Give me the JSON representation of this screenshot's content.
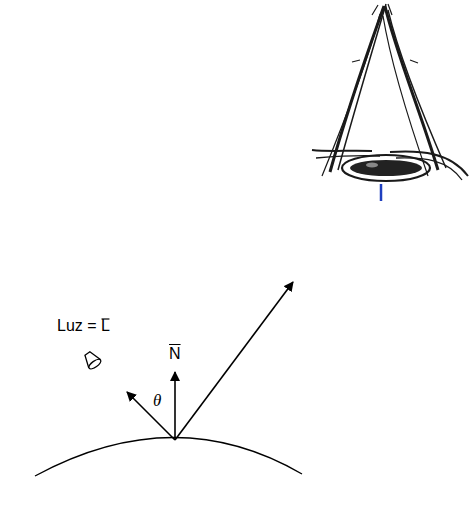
{
  "diagram": {
    "labels": [
      "Luz = L",
      "N",
      "θ"
    ]
  }
}
